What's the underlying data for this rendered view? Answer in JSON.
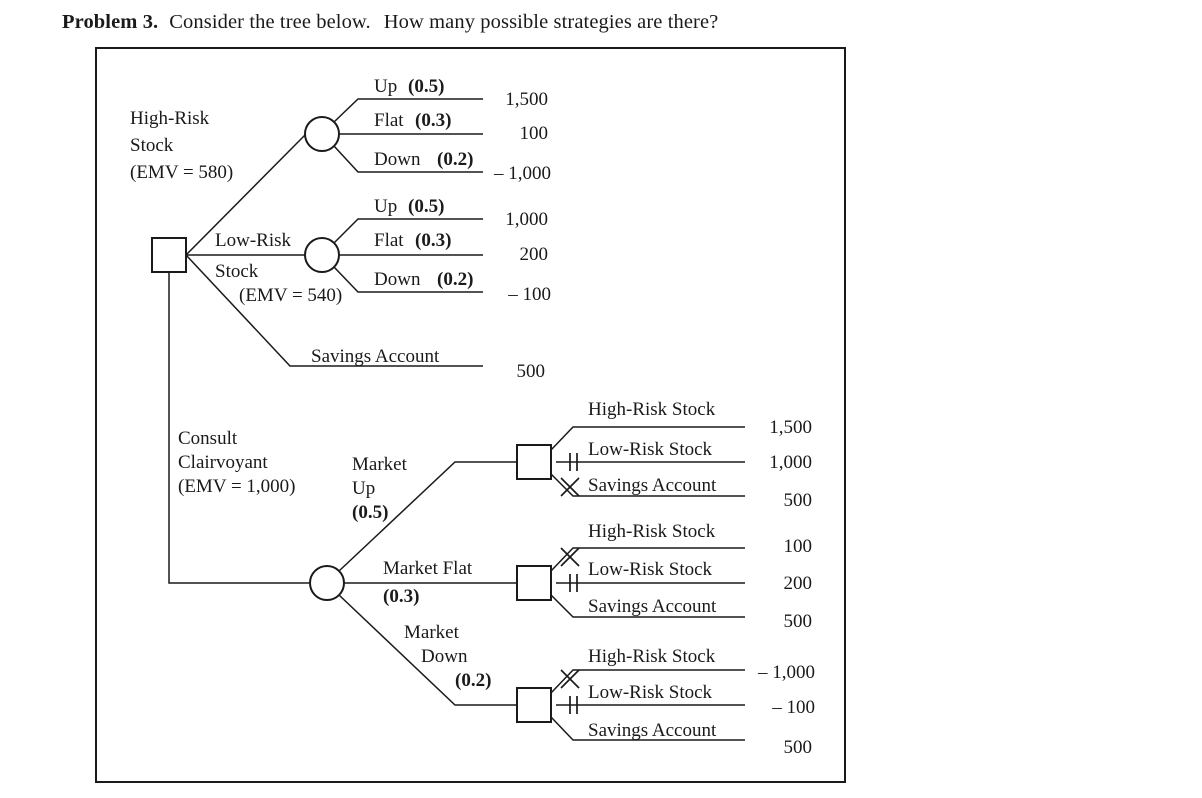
{
  "problem": {
    "tag": "Problem 3.",
    "sentence1": "Consider the tree below.",
    "sentence2": "How many possible strategies are there?"
  },
  "tree": {
    "root_alternatives": [
      {
        "name": "high-risk-stock",
        "label_line1": "High-Risk",
        "label_line2": "Stock",
        "label_line3": "(EMV = 580)",
        "outcomes": [
          {
            "label": "Up",
            "prob": "(0.5)",
            "payoff": "1,500"
          },
          {
            "label": "Flat",
            "prob": "(0.3)",
            "payoff": "100"
          },
          {
            "label": "Down",
            "prob": "(0.2)",
            "payoff": "– 1,000"
          }
        ]
      },
      {
        "name": "low-risk-stock",
        "label_line1": "Low-Risk",
        "label_line2": "Stock",
        "label_line3": "(EMV = 540)",
        "outcomes": [
          {
            "label": "Up",
            "prob": "(0.5)",
            "payoff": "1,000"
          },
          {
            "label": "Flat",
            "prob": "(0.3)",
            "payoff": "200"
          },
          {
            "label": "Down",
            "prob": "(0.2)",
            "payoff": "– 100"
          }
        ]
      },
      {
        "name": "savings-account",
        "label_line1": "Savings Account",
        "payoff": "500"
      },
      {
        "name": "consult-clairvoyant",
        "label_line1": "Consult",
        "label_line2": "Clairvoyant",
        "label_line3": "(EMV = 1,000)"
      }
    ],
    "clairvoyant_states": [
      {
        "name": "market-up",
        "label_line1": "Market",
        "label_line2": "Up",
        "prob": "(0.5)",
        "choices": [
          {
            "label": "High-Risk Stock",
            "payoff": "1,500",
            "prune": "none"
          },
          {
            "label": "Low-Risk Stock",
            "payoff": "1,000",
            "prune": "double"
          },
          {
            "label": "Savings Account",
            "payoff": "500",
            "prune": "cross"
          }
        ]
      },
      {
        "name": "market-flat",
        "label_line1": "Market Flat",
        "prob": "(0.3)",
        "choices": [
          {
            "label": "High-Risk Stock",
            "payoff": "100",
            "prune": "cross"
          },
          {
            "label": "Low-Risk Stock",
            "payoff": "200",
            "prune": "double"
          },
          {
            "label": "Savings Account",
            "payoff": "500",
            "prune": "none"
          }
        ]
      },
      {
        "name": "market-down",
        "label_line1": "Market",
        "label_line2": "Down",
        "prob": "(0.2)",
        "choices": [
          {
            "label": "High-Risk Stock",
            "payoff": "– 1,000",
            "prune": "cross"
          },
          {
            "label": "Low-Risk Stock",
            "payoff": "– 100",
            "prune": "double"
          },
          {
            "label": "Savings Account",
            "payoff": "500",
            "prune": "none"
          }
        ]
      }
    ]
  }
}
